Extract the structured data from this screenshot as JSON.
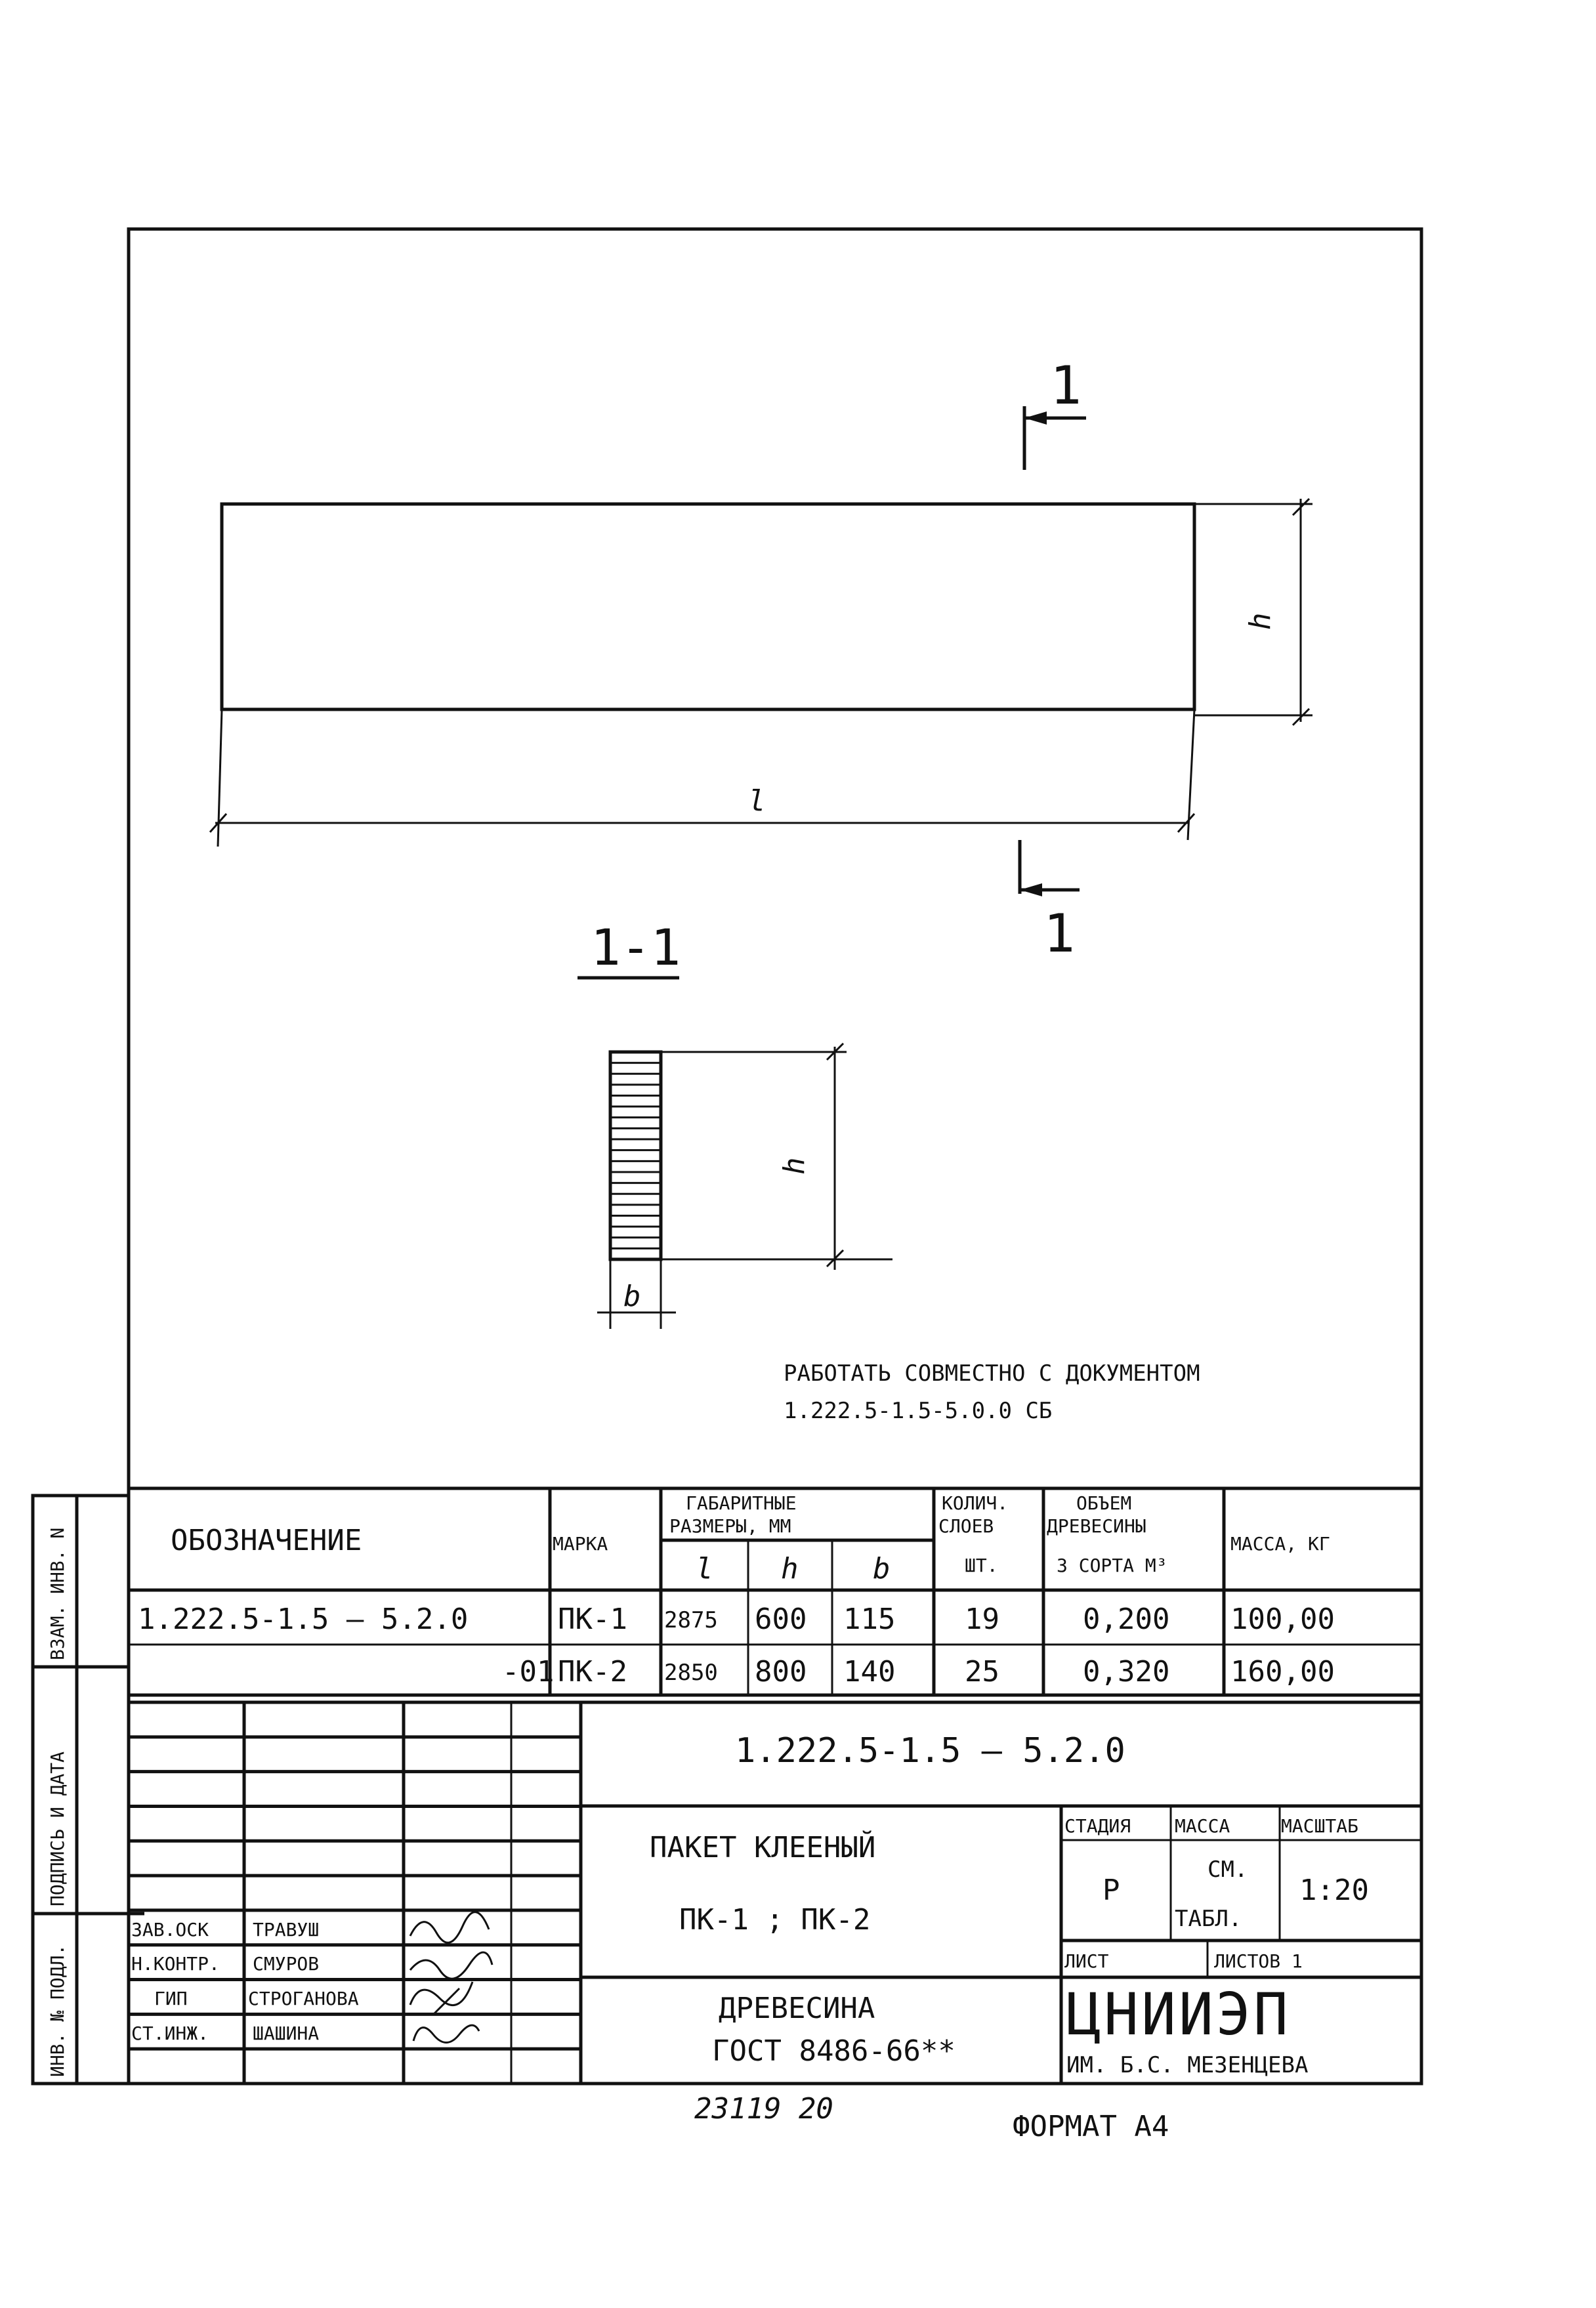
{
  "drawing": {
    "section_mark": "1",
    "section_title": "1-1",
    "dim_length": "l",
    "dim_height": "h",
    "dim_width": "b",
    "note_line1": "РАБОТАТЬ СОВМЕСТНО С ДОКУМЕНТОМ",
    "note_line2": "1.222.5-1.5-5.0.0 СБ"
  },
  "table": {
    "headers": {
      "designation": "ОБОЗНАЧЕНИЕ",
      "mark": "МАРКА",
      "dims_line1": "ГАБАРИТНЫЕ",
      "dims_line2": "РАЗМЕРЫ, ММ",
      "l": "l",
      "h": "h",
      "b": "b",
      "layers_line1": "КОЛИЧ.",
      "layers_line2": "СЛОЕВ",
      "layers_unit": "ШТ.",
      "volume_line1": "ОБЪЕМ",
      "volume_line2": "ДРЕВЕСИНЫ",
      "volume_line3": "3 СОРТА М³",
      "mass": "МАССА, КГ"
    },
    "rows": [
      {
        "designation": "1.222.5-1.5 – 5.2.0",
        "mark": "ПК-1",
        "l": "2875",
        "h": "600",
        "b": "115",
        "layers": "19",
        "volume": "0,200",
        "mass": "100,00"
      },
      {
        "designation": "-01",
        "mark": "ПК-2",
        "l": "2850",
        "h": "800",
        "b": "140",
        "layers": "25",
        "volume": "0,320",
        "mass": "160,00"
      }
    ]
  },
  "side_strip": {
    "inv_orig": "ИНВ. № ПОДЛ.",
    "signature_date": "ПОДПИСЬ И ДАТА",
    "replaced_inv": "ВЗАМ. ИНВ. N"
  },
  "title_block": {
    "document_code": "1.222.5-1.5 – 5.2.0",
    "name_line1": "ПАКЕТ КЛЕЕНЫЙ",
    "name_line2": "ПК-1 ; ПК-2",
    "material_line1": "ДРЕВЕСИНА",
    "material_line2": "ГОСТ 8486-66**",
    "stage_label": "СТАДИЯ",
    "mass_label": "МАССА",
    "scale_label": "МАСШТАБ",
    "stage": "Р",
    "mass_line1": "СМ.",
    "mass_line2": "ТАБЛ.",
    "scale": "1:20",
    "sheet_label": "ЛИСТ",
    "sheets_label": "ЛИСТОВ 1",
    "org_logo": "ЦНИИЭП",
    "org_name": "ИМ. Б.С. МЕЗЕНЦЕВА",
    "signers": [
      {
        "role": "ЗАВ.ОСК",
        "name": "ТРАВУШ"
      },
      {
        "role": "Н.КОНТР.",
        "name": "СМУРОВ"
      },
      {
        "role": "ГИП",
        "name": "СТРОГАНОВА"
      },
      {
        "role": "СТ.ИНЖ.",
        "name": "ШАШИНА"
      }
    ]
  },
  "footer": {
    "archive_number": "23119   20",
    "format": "ФОРМАТ А4"
  }
}
